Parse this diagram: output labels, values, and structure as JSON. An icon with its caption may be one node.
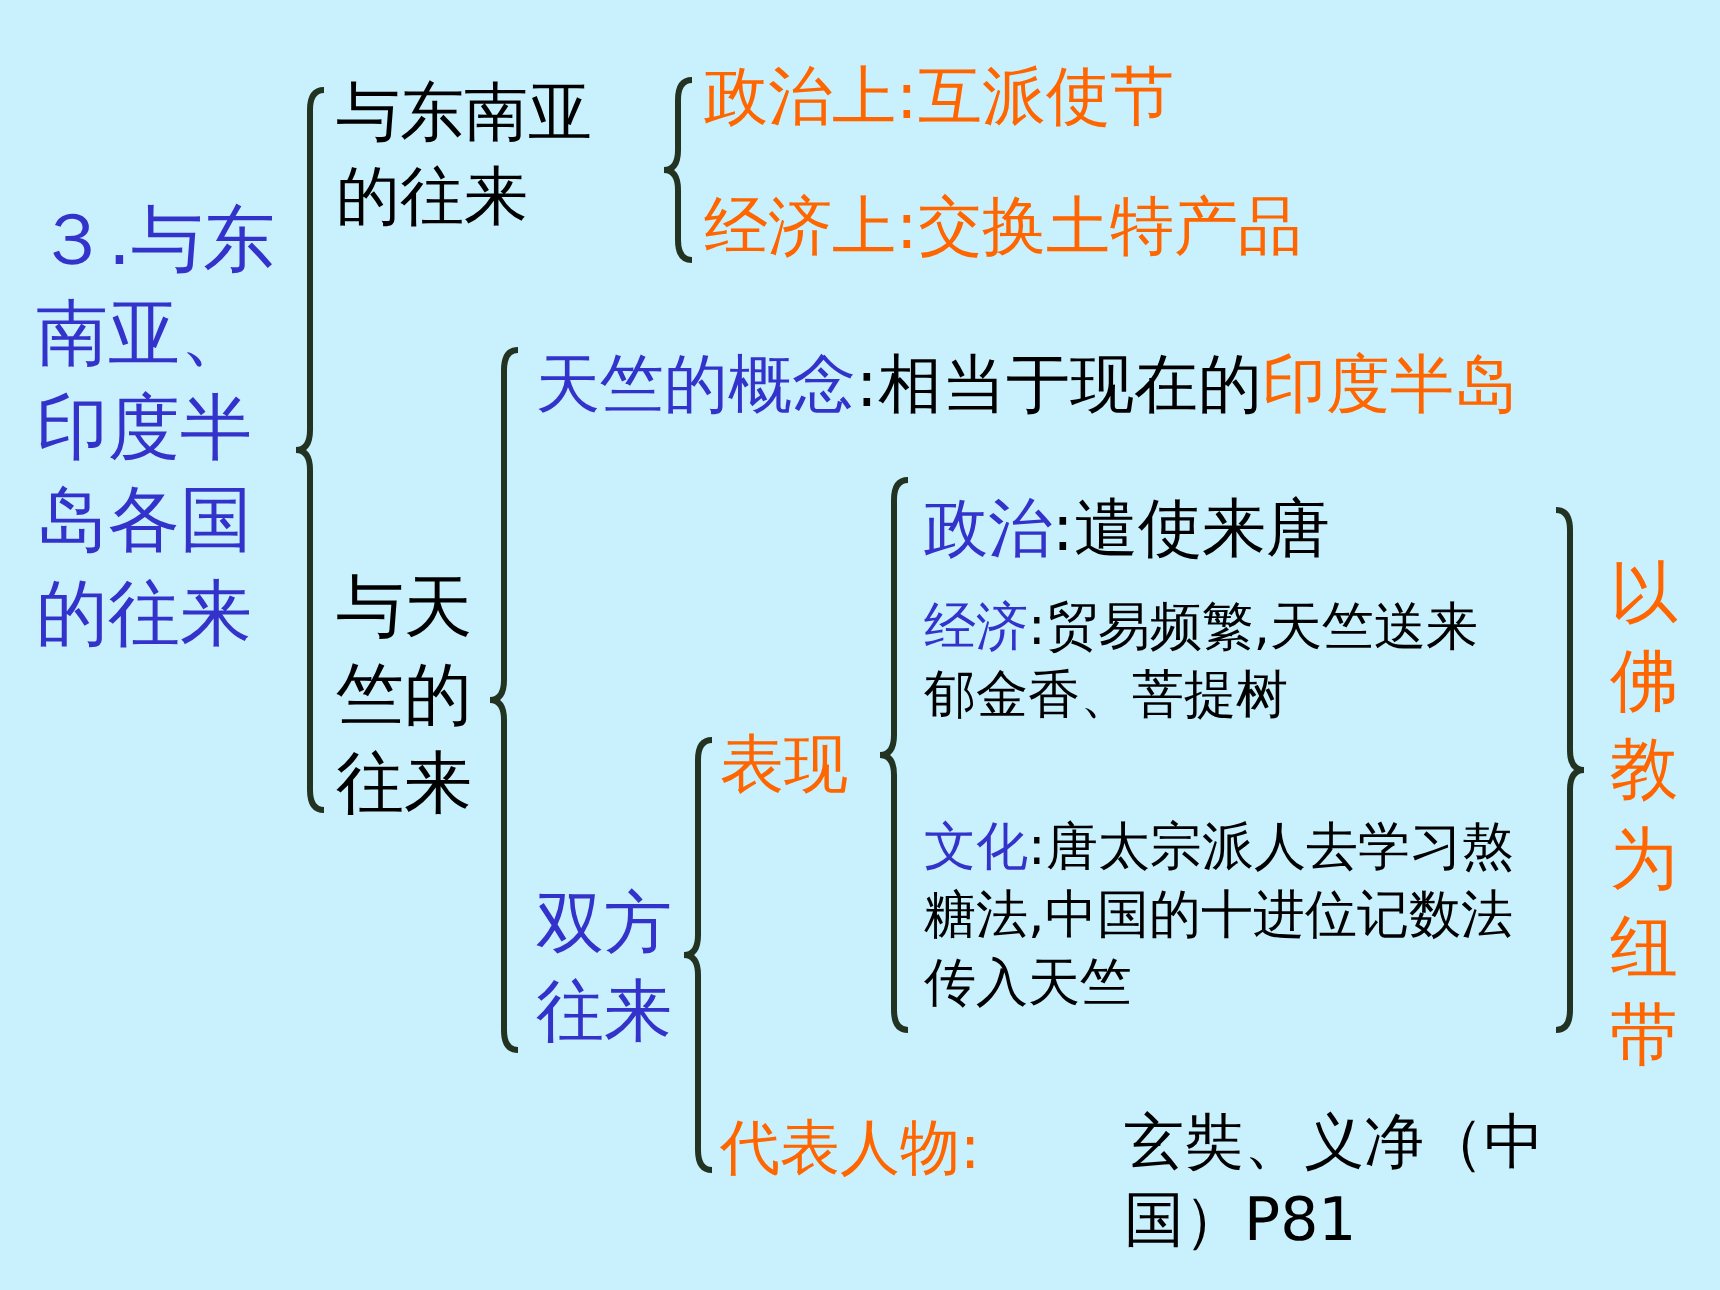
{
  "diagram": {
    "labels": [
      "３.与东南亚、印度半岛各国的往来",
      "与东南亚的往来",
      "政治上:互派使节",
      "经济上:交换土特产品",
      "天竺的概念",
      ":相当于现在的",
      "印度半岛",
      "与天竺的往来",
      "政治",
      ":遣使来唐",
      "经济",
      ":贸易频繁,天竺送来郁金香、菩提树",
      "表现",
      "文化",
      ":唐太宗派人去学习熬糖法,中国的十进位记数法传入天竺",
      "以佛教为纽带",
      "双方往来",
      "代表人物:",
      "玄奘、义净（中国）P81"
    ]
  }
}
